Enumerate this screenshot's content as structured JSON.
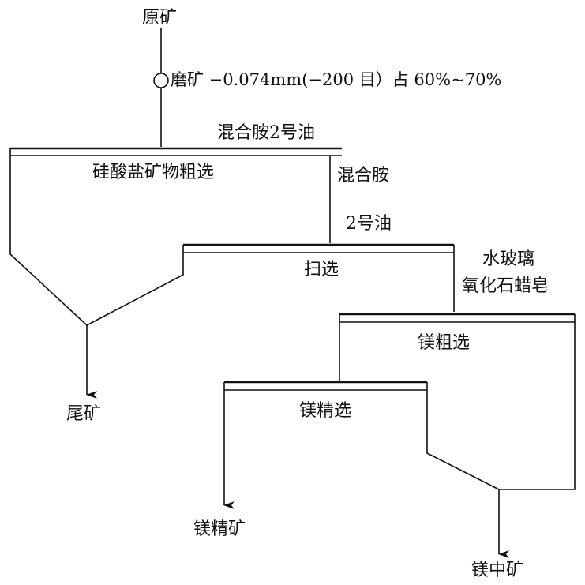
{
  "labels": {
    "raw_ore": "原矿",
    "grinding": "磨矿 −0.074mm(−200 目）占 60%~70%",
    "reagent_rougher": "混合胺2号油",
    "silicate_rougher": "硅酸盐矿物粗选",
    "reagent_scav_1": "混合胺",
    "reagent_scav_2": "2号油",
    "scavenging": "扫选",
    "reagent_mg_1": "水玻璃",
    "reagent_mg_2": "氧化石蜡皂",
    "mg_rougher": "镁粗选",
    "tailings": "尾矿",
    "mg_cleaner": "镁精选",
    "mg_concentrate": "镁精矿",
    "mg_middlings": "镁中矿"
  },
  "colors": {
    "line": "#111111",
    "background": "#ffffff"
  },
  "icons": {
    "grinding": "circle-icon",
    "flow_end": "arrow-down-icon"
  }
}
